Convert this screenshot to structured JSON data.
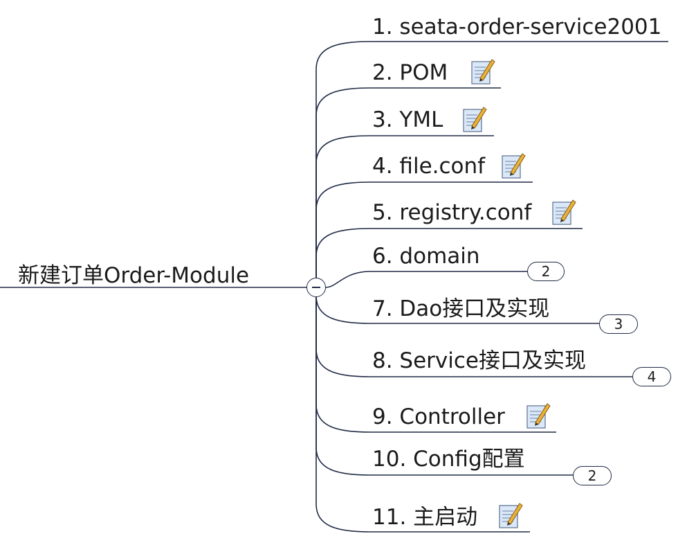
{
  "root": {
    "label": "新建订单Order-Module"
  },
  "branches": [
    {
      "label": "1. seata-order-service2001",
      "note": false,
      "badge": null
    },
    {
      "label": "2. POM",
      "note": true,
      "badge": null
    },
    {
      "label": "3. YML",
      "note": true,
      "badge": null
    },
    {
      "label": "4. file.conf",
      "note": true,
      "badge": null
    },
    {
      "label": "5. registry.conf",
      "note": true,
      "badge": null
    },
    {
      "label": "6. domain",
      "note": false,
      "badge": "2"
    },
    {
      "label": "7. Dao接口及实现",
      "note": false,
      "badge": "3"
    },
    {
      "label": "8. Service接口及实现",
      "note": false,
      "badge": "4"
    },
    {
      "label": "9. Controller",
      "note": true,
      "badge": null
    },
    {
      "label": "10. Config配置",
      "note": false,
      "badge": "2"
    },
    {
      "label": "11. 主启动",
      "note": true,
      "badge": null
    }
  ],
  "colors": {
    "line": "#1e2a44",
    "note_paper": "#dbe8f7",
    "note_pencil": "#e8b23a"
  }
}
